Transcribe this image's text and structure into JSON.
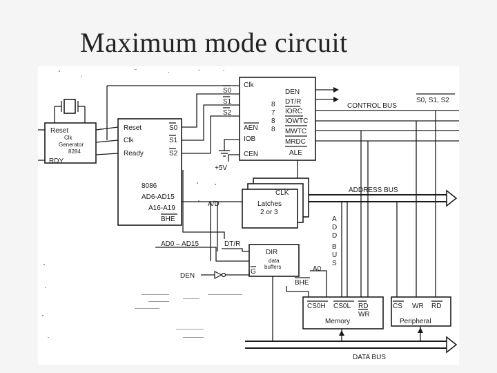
{
  "title": "Maximum mode circuit",
  "clock_gen": {
    "reset": "Reset",
    "clk": "Clk",
    "generator": "Generator",
    "part": "8284",
    "rdy": "RDY"
  },
  "cpu": {
    "reset": "Reset",
    "clk": "Clk",
    "ready": "Ready",
    "s0": "S0",
    "s1": "S1",
    "s2": "S2",
    "part": "8086",
    "ad_high": "AD6-AD15",
    "a_high": "A16-A19",
    "bhe": "BHE"
  },
  "bus_ctrl": {
    "clk": "Clk",
    "s0": "S0",
    "s1": "S1",
    "s2": "S2",
    "aen": "AEN",
    "iob": "IOB",
    "cen": "CEN",
    "part": [
      "8",
      "7",
      "8",
      "8"
    ],
    "den": "DEN",
    "dtr": "DT/R",
    "iorc": "IORC",
    "iowtc": "IOWTC",
    "mwtc": "MWTC",
    "mrdc": "MRDC",
    "ale": "ALE",
    "vcc": "+5V"
  },
  "latches": {
    "clk": "CLK",
    "name": "Latches",
    "count": "2 or 3",
    "ad_label": "A/D"
  },
  "buffers": {
    "dir": "DIR",
    "data": "data",
    "name": "buffers",
    "g": "G",
    "ad_low": "AD0 – AD15",
    "dtr": "DT/R",
    "den": "DEN"
  },
  "memory": {
    "cs0h": "CS0H",
    "cs0l": "CS0L",
    "rd": "RD",
    "wr": "WR",
    "name": "Memory"
  },
  "peripheral": {
    "cs": "CS",
    "wr": "WR",
    "rd": "RD",
    "name": "Peripheral"
  },
  "signals": {
    "a0": "A0",
    "bhe": "BHE"
  },
  "buses": {
    "control": "CONTROL BUS",
    "control_signals": "S0, S1, S2",
    "address": "ADDRESS BUS",
    "address_vertical": [
      "A",
      "D",
      "D",
      "B",
      "U",
      "S"
    ],
    "data": "DATA BUS"
  }
}
